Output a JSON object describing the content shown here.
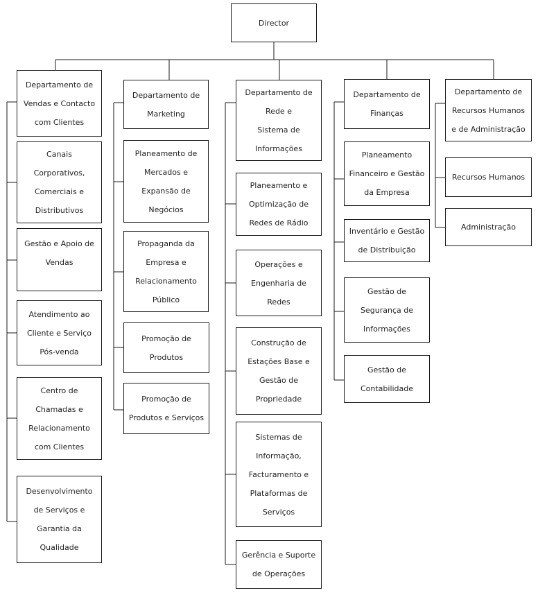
{
  "director": "Director",
  "departments": [
    {
      "label": "Departamento de\nVendas e Contacto\ncom Clientes",
      "units": [
        "Canais\nCorporativos,\nComerciais e\nDistributivos",
        "Gestão e Apoio de\nVendas",
        "Atendimento ao\nCliente e Serviço\nPós-venda",
        "Centro de\nChamadas e\nRelacionamento\ncom Clientes",
        "Desenvolvimento\nde Serviços e\nGarantia da\nQualidade"
      ]
    },
    {
      "label": "Departamento de\nMarketing",
      "units": [
        "Planeamento de\nMercados e\nExpansão de\nNegócios",
        "Propaganda da\nEmpresa e\nRelacionamento\nPúblico",
        "Promoção de\nProdutos",
        "Promoção de\nProdutos e Serviços"
      ]
    },
    {
      "label": "Departamento de\nRede e\nSistema de\nInformações",
      "units": [
        "Planeamento e\nOptimização de\nRedes de Rádio",
        "Operações e\nEngenharia de\nRedes",
        "Construção de\nEstações Base e\nGestão de\nPropriedade",
        "Sistemas de\nInformação,\nFacturamento e\nPlataformas de\nServiços",
        "Gerência e Suporte\nde Operações"
      ]
    },
    {
      "label": "Departamento de\nFinanças",
      "units": [
        "Planeamento\nFinanceiro e Gestão\nda Empresa",
        "Inventário e Gestão\nde Distribuição",
        "Gestão de\nSegurança de\nInformações",
        "Gestão de\nContabilidade"
      ]
    },
    {
      "label": "Departamento de\nRecursos Humanos\ne de Administração",
      "units": [
        "Recursos Humanos",
        "Administração"
      ]
    }
  ]
}
